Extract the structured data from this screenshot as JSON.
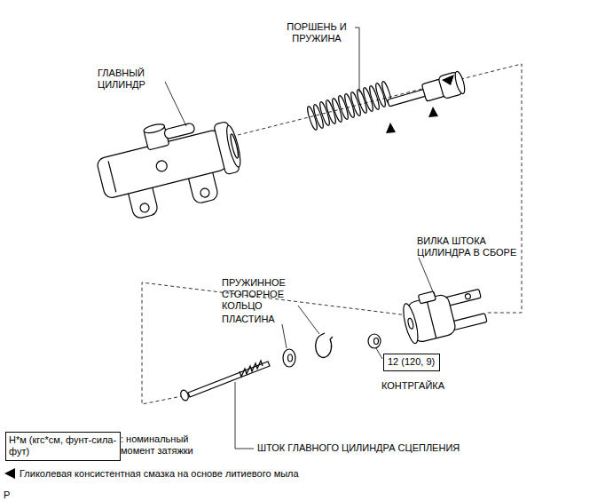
{
  "diagram": {
    "nodes": [
      {
        "text": [
          "12 (120, 9)"
        ]
      },
      {
        "text": [
          "Н*м (кгс*см, фунт-сила-фут)"
        ]
      }
    ],
    "labels": [
      "ПОРШЕНЬ И ПРУЖИНА",
      "ГЛАВНЫЙ ЦИЛИНДР",
      "ВИЛКА ШТОКА ЦИЛИНДРА В СБОРЕ",
      "ПРУЖИННОЕ СТОПОРНОЕ КОЛЬЦО",
      "ПЛАСТИНА",
      "КОНТРГАЙКА",
      "ШТОК ГЛАВНОГО ЦИЛИНДРА СЦЕПЛЕНИЯ",
      "P"
    ],
    "legend": [
      {
        "text": ": номинальный момент затяжки"
      },
      {
        "text": "Гликолевая консистентная смазка на основе литиевого мыла"
      }
    ]
  }
}
